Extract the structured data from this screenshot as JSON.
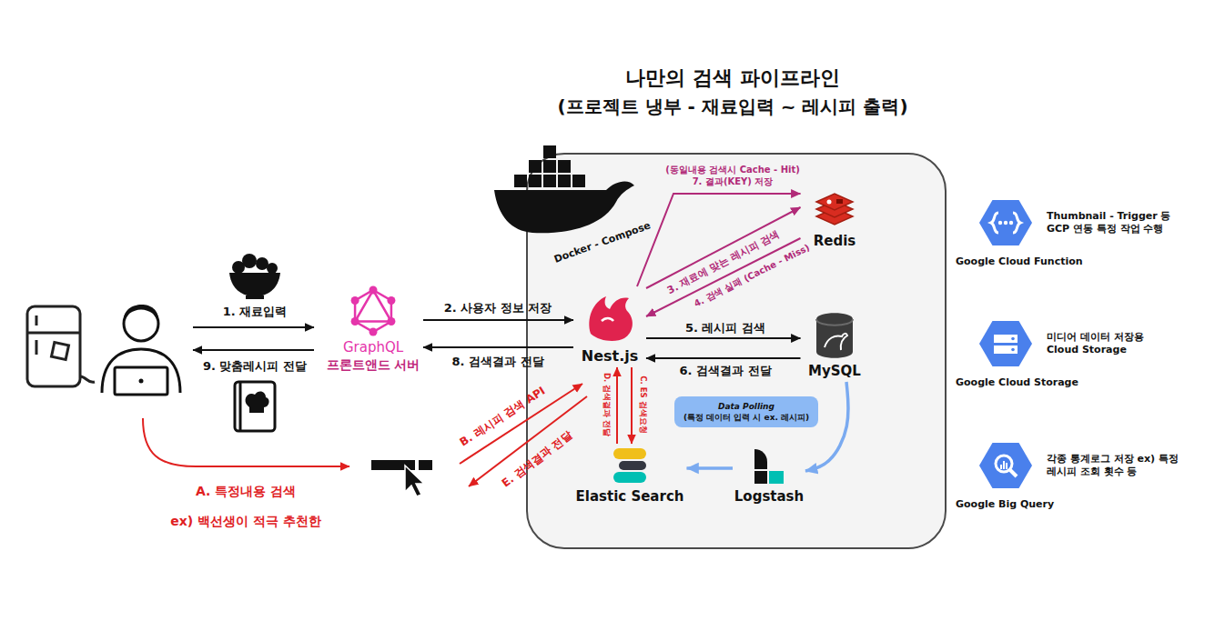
{
  "diagram": {
    "title": "나만의 검색 파이프라인",
    "nodes": [
      {
        "text": [
          "GraphQL",
          "프론트앤드 서버"
        ]
      },
      {
        "text": [
          "Docker - Compose"
        ]
      },
      {
        "text": [
          "Redis"
        ],
        "in": 1
      },
      {
        "text": [
          "Nest.js"
        ],
        "in": 1
      },
      {
        "text": [
          "MySQL"
        ],
        "in": 1
      },
      {
        "text": [
          "Data Polling",
          "(특정 데이터 입력 시 ex. 레시피)"
        ],
        "in": 1
      },
      {
        "text": [
          "Elastic Search"
        ],
        "in": 1
      },
      {
        "text": [
          "Logstash"
        ],
        "in": 1
      },
      {
        "text": [
          "Thumbnail - Trigger 등 GCP 연동 특정 작업 수행",
          "Google Cloud Function"
        ]
      },
      {
        "text": [
          "미디어 데이터 저장용 Cloud Storage",
          "Google Cloud Storage"
        ]
      },
      {
        "text": [
          "각종 통계로그 저장 ex) 특정 레시피 조회 횟수 등",
          "Google Big Query"
        ]
      }
    ],
    "edges": [
      {
        "from": 0,
        "to": 3,
        "label": "2. 사용자 정보 저장",
        "arrow": "to"
      },
      {
        "from": 3,
        "to": 0,
        "label": "8. 검색결과 전달",
        "arrow": "to"
      },
      {
        "from": 3,
        "to": 2,
        "label": "3. 재료에 맞는 레시피 검색",
        "arrow": "to"
      },
      {
        "from": 2,
        "to": 3,
        "label": "4. 검색 실패 (Cache - Miss)",
        "arrow": "to"
      },
      {
        "from": 3,
        "to": 2,
        "label": "(동일내용 검색시 Cache - Hit) 7. 결과(KEY) 저장",
        "arrow": "to"
      },
      {
        "from": 3,
        "to": 4,
        "label": "5. 레시피 검색",
        "arrow": "to"
      },
      {
        "from": 4,
        "to": 3,
        "label": "6. 검색결과 전달",
        "arrow": "to"
      },
      {
        "from": 4,
        "to": 7,
        "arrow": "to"
      },
      {
        "from": 7,
        "to": 6,
        "arrow": "to"
      },
      {
        "from": 3,
        "to": 6,
        "label": "C. ES 검색요청",
        "arrow": "to"
      },
      {
        "from": 6,
        "to": 3,
        "label": "D. 검색결과 전달",
        "arrow": "to"
      }
    ],
    "labels": [
      "(프로젝트 냉부 - 재료입력 ~ 레시피 출력)",
      "1. 재료입력",
      "9. 맞춤레시피 전달",
      "A. 특정내용 검색",
      "ex) 백선생이 적극 추천한",
      "B. 레시피 검색 API",
      "E. 검색결과 전달"
    ]
  }
}
